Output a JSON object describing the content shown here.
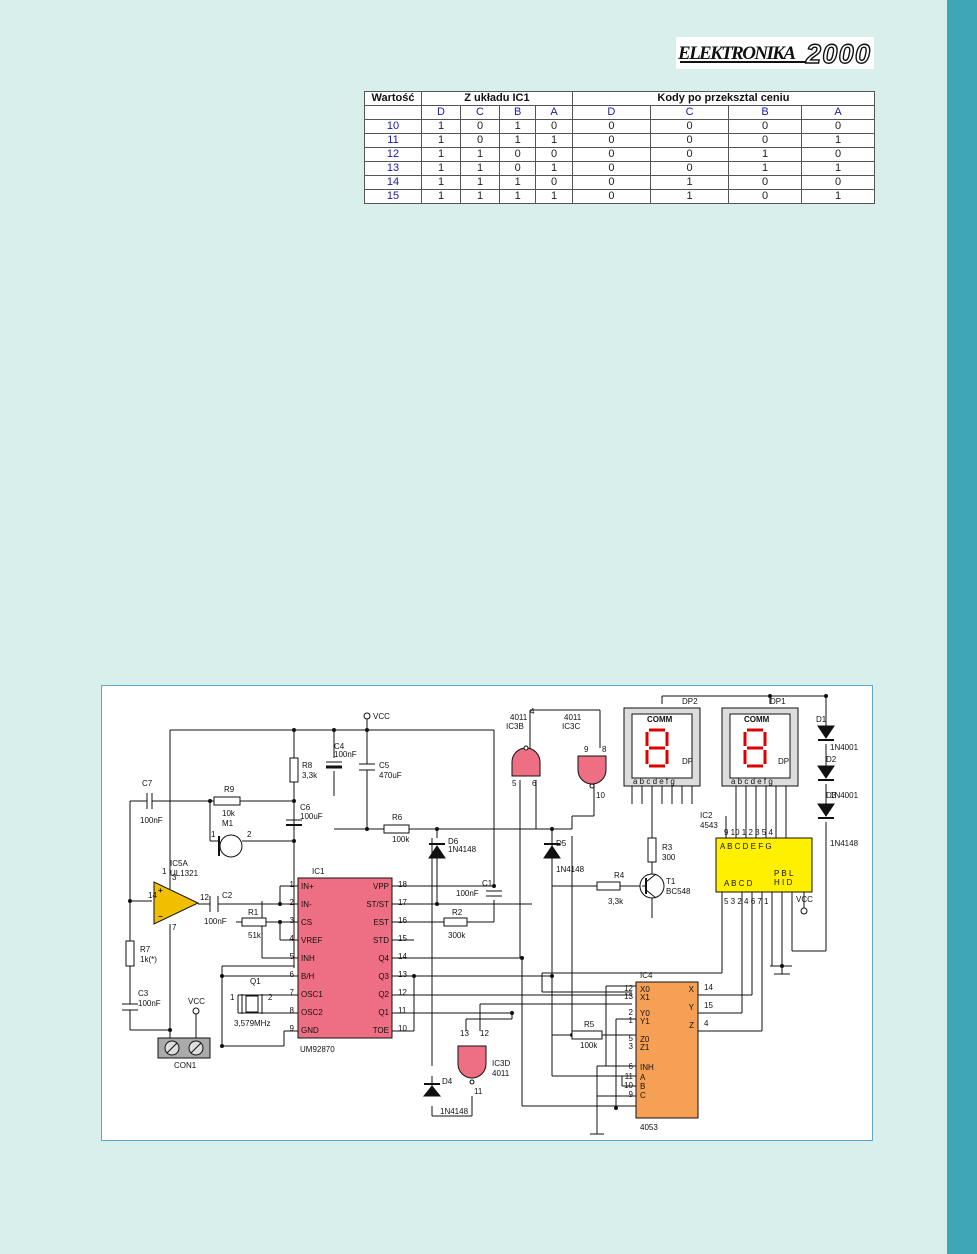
{
  "logo": {
    "text_left": "ELEKTRONIKA",
    "text_right": "2000"
  },
  "table": {
    "header": {
      "value_label": "Wartość",
      "group1": "Z układu IC1",
      "group2": "Kody po przeksztal ceniu"
    },
    "subheaders": [
      "D",
      "C",
      "B",
      "A",
      "D",
      "C",
      "B",
      "A"
    ],
    "rows": [
      {
        "value": "10",
        "bits": [
          "1",
          "0",
          "1",
          "0",
          "0",
          "0",
          "0",
          "0"
        ]
      },
      {
        "value": "11",
        "bits": [
          "1",
          "0",
          "1",
          "1",
          "0",
          "0",
          "0",
          "1"
        ]
      },
      {
        "value": "12",
        "bits": [
          "1",
          "1",
          "0",
          "0",
          "0",
          "0",
          "1",
          "0"
        ]
      },
      {
        "value": "13",
        "bits": [
          "1",
          "1",
          "0",
          "1",
          "0",
          "0",
          "1",
          "1"
        ]
      },
      {
        "value": "14",
        "bits": [
          "1",
          "1",
          "1",
          "0",
          "0",
          "1",
          "0",
          "0"
        ]
      },
      {
        "value": "15",
        "bits": [
          "1",
          "1",
          "1",
          "1",
          "0",
          "1",
          "0",
          "1"
        ]
      }
    ]
  },
  "schematic": {
    "vcc_label": "VCC",
    "ic1": {
      "name": "IC1",
      "part": "UM92870",
      "left_pins": [
        [
          "IN+",
          "1"
        ],
        [
          "IN-",
          "2"
        ],
        [
          "CS",
          "3"
        ],
        [
          "VREF",
          "4"
        ],
        [
          "INH",
          "5"
        ],
        [
          "B/H",
          "6"
        ],
        [
          "OSC1",
          "7"
        ],
        [
          "OSC2",
          "8"
        ],
        [
          "GND",
          "9"
        ]
      ],
      "right_pins": [
        [
          "VPP",
          "18"
        ],
        [
          "ST/ST",
          "17"
        ],
        [
          "EST",
          "16"
        ],
        [
          "STD",
          "15"
        ],
        [
          "Q4",
          "14"
        ],
        [
          "Q3",
          "13"
        ],
        [
          "Q2",
          "12"
        ],
        [
          "Q1",
          "11"
        ],
        [
          "TOE",
          "10"
        ]
      ]
    },
    "ic4": {
      "name": "IC4",
      "part": "4053",
      "left_pins": [
        [
          "X0",
          "12"
        ],
        [
          "X1",
          "13"
        ],
        [
          "Y0",
          "2"
        ],
        [
          "Y1",
          "1"
        ],
        [
          "Z0",
          "5"
        ],
        [
          "Z1",
          "3"
        ],
        [
          "INH",
          "6"
        ],
        [
          "A",
          "11"
        ],
        [
          "B",
          "10"
        ],
        [
          "C",
          "9"
        ]
      ],
      "right_pins": [
        [
          "X",
          "14"
        ],
        [
          "Y",
          "15"
        ],
        [
          "Z",
          "4"
        ]
      ]
    },
    "ic2": {
      "name": "IC2",
      "part": "4543",
      "top": "A B C D E F G",
      "bottom": "A B C D",
      "extra": "P B L\nH I D",
      "top_pins": "9 10 1 2 3 5 4",
      "bottom_pins": "5 3 2 4 6 7 1"
    },
    "ic5a": {
      "name": "IC5A",
      "part": "UL1321"
    },
    "gates": [
      {
        "name": "IC3B",
        "part": "4011"
      },
      {
        "name": "IC3C",
        "part": "4011"
      },
      {
        "name": "IC3D",
        "part": "4011"
      }
    ],
    "displays": [
      {
        "name": "DP2",
        "label": "COMM"
      },
      {
        "name": "DP1",
        "label": "COMM"
      }
    ],
    "display_segments": "a b c d e f g",
    "display_dp": "DP",
    "transistor": {
      "name": "T1",
      "part": "BC548"
    },
    "crystal": {
      "name": "Q1",
      "value": "3,579MHz"
    },
    "mic": {
      "name": "M1"
    },
    "connector": {
      "name": "CON1"
    },
    "resistors": [
      {
        "name": "R1",
        "value": "51k"
      },
      {
        "name": "R2",
        "value": "300k"
      },
      {
        "name": "R3",
        "value": "300"
      },
      {
        "name": "R4",
        "value": "3,3k"
      },
      {
        "name": "R5",
        "value": "100k"
      },
      {
        "name": "R6",
        "value": "100k"
      },
      {
        "name": "R7",
        "value": "1k(*)"
      },
      {
        "name": "R8",
        "value": "3,3k"
      },
      {
        "name": "R9",
        "value": "10k"
      }
    ],
    "capacitors": [
      {
        "name": "C1",
        "value": "100nF"
      },
      {
        "name": "C2",
        "value": "100nF"
      },
      {
        "name": "C3",
        "value": "100nF"
      },
      {
        "name": "C4",
        "value": "100nF"
      },
      {
        "name": "C5",
        "value": "470uF"
      },
      {
        "name": "C6",
        "value": "100uF"
      },
      {
        "name": "C7",
        "value": "100nF"
      }
    ],
    "diodes": [
      {
        "name": "D1",
        "value": "1N4001"
      },
      {
        "name": "D2",
        "value": "1N4001"
      },
      {
        "name": "D3",
        "value": "1N4148"
      },
      {
        "name": "D4",
        "value": "1N4148"
      },
      {
        "name": "D5",
        "value": "1N4148"
      },
      {
        "name": "D6",
        "value": "1N4148"
      }
    ]
  }
}
